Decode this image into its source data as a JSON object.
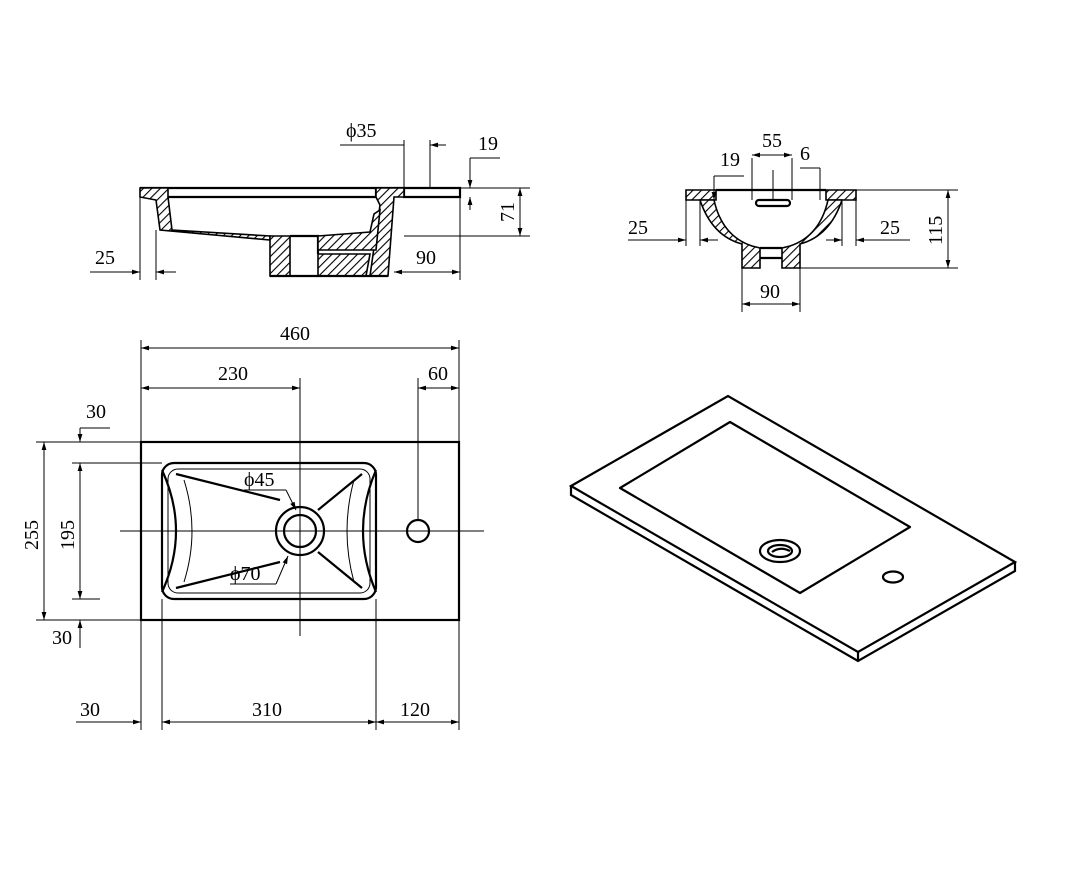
{
  "dimensions": {
    "side_dia_35": "ϕ35",
    "side_19": "19",
    "side_71": "71",
    "side_25": "25",
    "side_90": "90",
    "front_55": "55",
    "front_6": "6",
    "front_19": "19",
    "front_25_left": "25",
    "front_25_right": "25",
    "front_115": "115",
    "front_90": "90",
    "top_460": "460",
    "top_230": "230",
    "top_60": "60",
    "top_30_upper": "30",
    "top_255": "255",
    "top_195": "195",
    "top_30_lower": "30",
    "top_dia_45": "ϕ45",
    "top_dia_70": "ϕ70",
    "top_30_bottom": "30",
    "top_310": "310",
    "top_120": "120"
  }
}
